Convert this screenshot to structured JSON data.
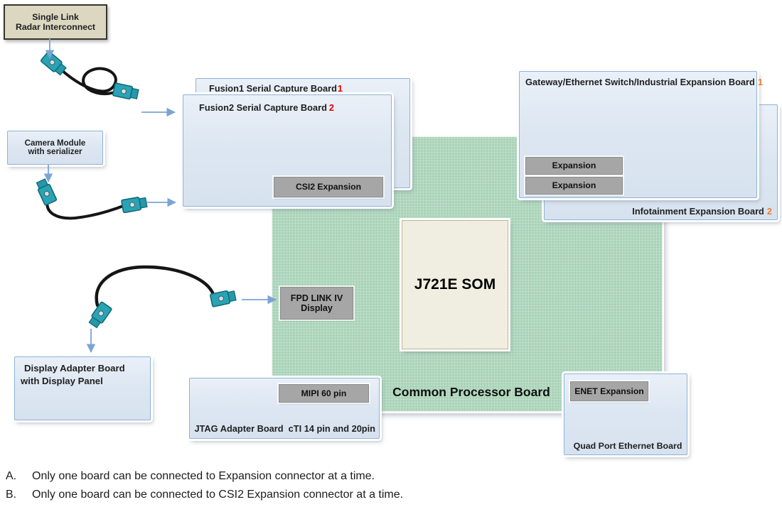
{
  "colors": {
    "board_green": "#a9d3b8",
    "box_blue_fill": "#dce6f1",
    "box_blue_border": "#8eb3d8",
    "label_gray": "#a6a6a6",
    "radar_tan": "#dcd7c1",
    "som_cream": "#f0eee1",
    "number_red": "#e50000",
    "number_orange": "#ed7d31",
    "arrow_blue": "#7aa4d6",
    "connector_teal": "#2aa3b4",
    "cable_black": "#151515"
  },
  "boxes": {
    "radar": {
      "line1": "Single Link",
      "line2": "Radar Interconnect"
    },
    "camera": {
      "line1": "Camera Module",
      "line2": "with serializer"
    },
    "display_adapter": {
      "line1": "Display Adapter Board",
      "line2": "with Display Panel"
    },
    "fusion1": {
      "title": "Fusion1 Serial Capture Board",
      "number": "1"
    },
    "fusion2": {
      "title": "Fusion2 Serial Capture Board",
      "number": "2"
    },
    "gateway": {
      "title": "Gateway/Ethernet Switch/Industrial Expansion Board",
      "number": "1"
    },
    "infotainment": {
      "title": "Infotainment Expansion Board",
      "number": "2"
    },
    "jtag": {
      "label": "JTAG Adapter Board  cTI 14 pin and 20pin"
    },
    "quad_port": {
      "label": "Quad Port Ethernet Board"
    }
  },
  "connectors": {
    "csi2": "CSI2 Expansion",
    "expansion_top": "Expansion",
    "expansion_bottom": "Expansion",
    "enet": "ENET Expansion",
    "mipi": "MIPI 60 pin",
    "fpd_line1": "FPD LINK IV",
    "fpd_line2": "Display"
  },
  "processor_board": {
    "label": "Common Processor Board",
    "som": "J721E SOM"
  },
  "notes": [
    {
      "marker": "A.",
      "text": "Only one board can be connected to Expansion connector at a time."
    },
    {
      "marker": "B.",
      "text": "Only one board can be connected to CSI2 Expansion connector at a time."
    }
  ]
}
